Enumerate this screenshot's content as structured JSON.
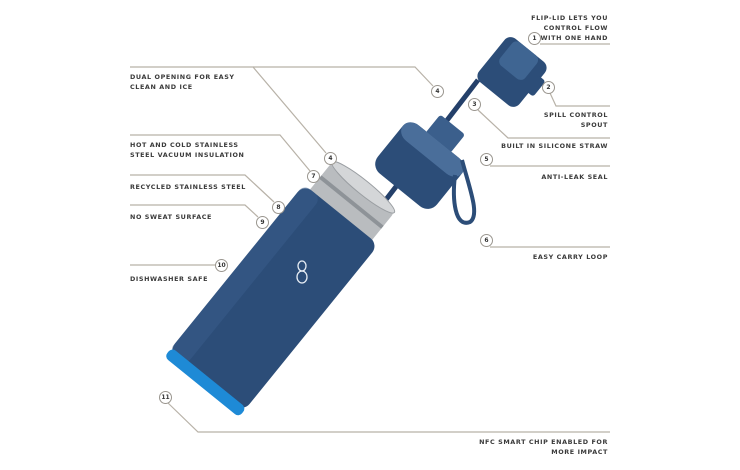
{
  "features": {
    "f1": {
      "num": "1",
      "line1": "FLIP-LID LETS YOU",
      "line2": "CONTROL FLOW",
      "line3": "WITH ONE HAND"
    },
    "f2": {
      "num": "2",
      "line1": "SPILL CONTROL",
      "line2": "SPOUT"
    },
    "f3": {
      "num": "3",
      "line1": "BUILT IN SILICONE STRAW"
    },
    "f4": {
      "num": "4",
      "line1": "DUAL OPENING FOR EASY",
      "line2": "CLEAN AND ICE"
    },
    "f5": {
      "num": "5",
      "line1": "ANTI-LEAK SEAL"
    },
    "f6": {
      "num": "6",
      "line1": "EASY CARRY LOOP"
    },
    "f7": {
      "num": "7",
      "line1": "HOT AND COLD STAINLESS",
      "line2": "STEEL VACUUM INSULATION"
    },
    "f8": {
      "num": "8",
      "line1": "RECYCLED STAINLESS STEEL"
    },
    "f9": {
      "num": "9",
      "line1": "NO SWEAT SURFACE"
    },
    "f10": {
      "num": "10",
      "line1": "DISHWASHER SAFE"
    },
    "f11": {
      "num": "11",
      "line1": "NFC SMART CHIP ENABLED FOR",
      "line2": "MORE IMPACT"
    }
  },
  "colors": {
    "bottle": "#2c4d78",
    "chip": "#1e8ad6",
    "steel": "#b9bcbf",
    "leader": "#b8b2a8"
  }
}
